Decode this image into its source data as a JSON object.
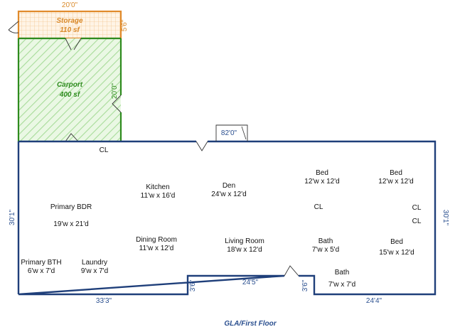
{
  "storage": {
    "name": "Storage",
    "area": "110 sf",
    "width_dim": "20'0\"",
    "depth_dim": "5'6\""
  },
  "carport": {
    "name": "Carport",
    "area": "400 sf",
    "depth_dim": "20'0\""
  },
  "house": {
    "top_dim": "82'0\"",
    "left_dim": "30'1\"",
    "right_dim": "30'1\"",
    "bottom_left_dim": "33'3\"",
    "bottom_mid_dim": "24'5\"",
    "bottom_right_dim": "24'4\"",
    "notch_left_dim": "3'6\"",
    "notch_right_dim": "3'6\""
  },
  "rooms": [
    {
      "name": "Kitchen",
      "size": "11'w x 16'd"
    },
    {
      "name": "Den",
      "size": "24'w x 12'd"
    },
    {
      "name": "Bed",
      "size": "12'w x 12'd"
    },
    {
      "name": "Bed",
      "size": "12'w x 12'd"
    },
    {
      "name": "Primary BDR",
      "size": "19'w x 21'd"
    },
    {
      "name": "Dining Room",
      "size": "11'w x 12'd"
    },
    {
      "name": "Living Room",
      "size": "18'w x 12'd"
    },
    {
      "name": "Bath",
      "size": "7'w x 5'd"
    },
    {
      "name": "Bed",
      "size": "15'w x 12'd"
    },
    {
      "name": "Primary BTH",
      "size": "6'w x 7'd"
    },
    {
      "name": "Laundry",
      "size": "9'w x 7'd"
    },
    {
      "name": "Bath",
      "size": "7'w x 7'd"
    }
  ],
  "closets": {
    "c1": "CL",
    "c2": "CL",
    "c3": "CL",
    "c4": "CL"
  },
  "caption": "GLA/First Floor",
  "colors": {
    "house_wall": "#1f3f7a",
    "carport_wall": "#2e8b1e",
    "storage_wall": "#e08a2b"
  }
}
